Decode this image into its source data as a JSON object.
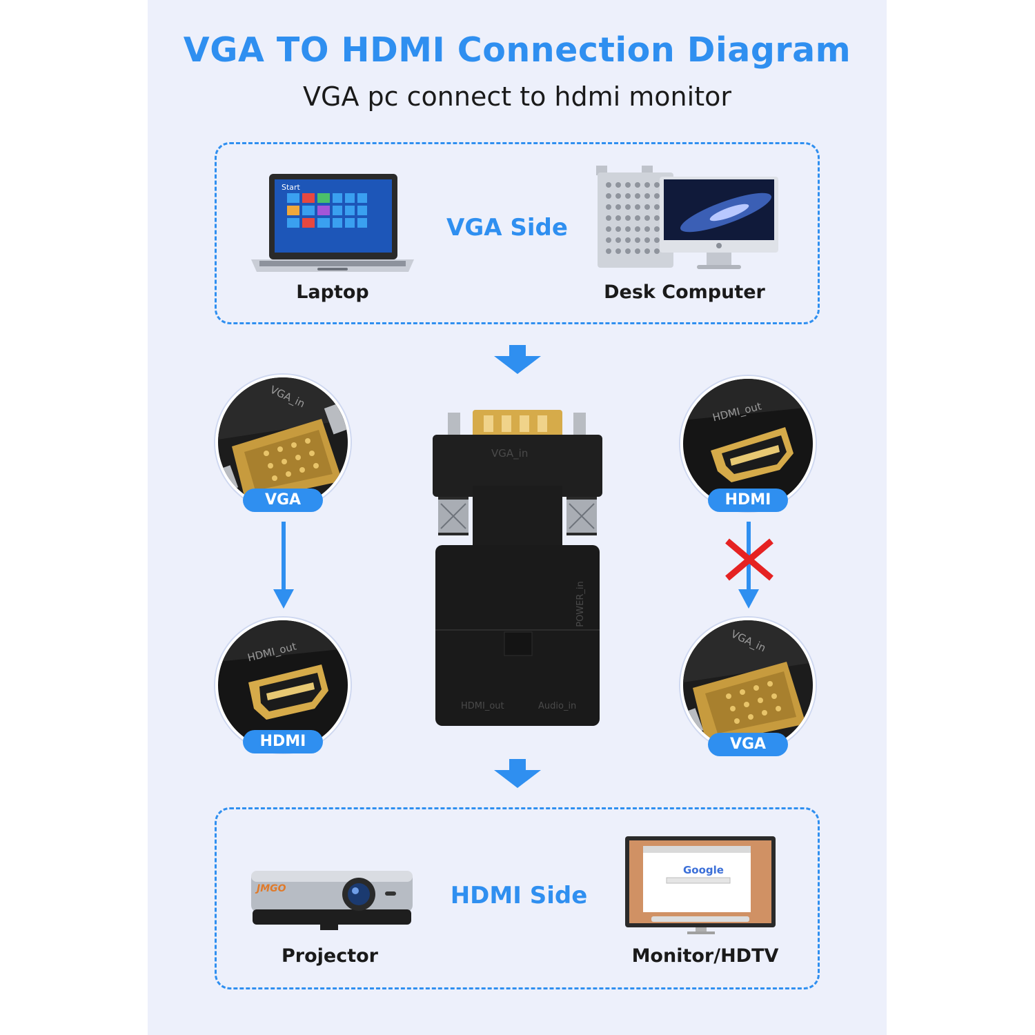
{
  "title": "VGA TO HDMI Connection Diagram",
  "subtitle": "VGA pc connect to hdmi monitor",
  "vga_side": {
    "label": "VGA Side",
    "devices": [
      {
        "name": "Laptop",
        "icon": "laptop-icon"
      },
      {
        "name": "Desk Computer",
        "icon": "desktop-computer-icon"
      }
    ],
    "laptop_screen_text": "Start"
  },
  "hdmi_side": {
    "label": "HDMI Side",
    "devices": [
      {
        "name": "Projector",
        "icon": "projector-icon"
      },
      {
        "name": "Monitor/HDTV",
        "icon": "monitor-icon"
      }
    ],
    "projector_brand": "JMGO",
    "monitor_screen_text": "Google"
  },
  "adapter": {
    "top_label": "VGA_in",
    "side_label": "POWER_in",
    "bottom_left_label": "HDMI_out",
    "bottom_right_label": "Audio_in"
  },
  "left_flow": {
    "from": {
      "badge": "VGA",
      "port_label": "VGA_in"
    },
    "to": {
      "badge": "HDMI",
      "port_label": "HDMI_out"
    },
    "arrow": "arrow-down-icon"
  },
  "right_flow": {
    "from": {
      "badge": "HDMI",
      "port_label": "HDMI_out"
    },
    "to": {
      "badge": "VGA",
      "port_label": "VGA_in"
    },
    "arrow": "arrow-down-icon",
    "blocked_mark": "red-x-icon"
  },
  "colors": {
    "accent": "#2f8ff0",
    "background": "#edf0fb",
    "cross": "#e52222",
    "gold": "#d6ab4a",
    "dark": "#1b1b1b"
  }
}
